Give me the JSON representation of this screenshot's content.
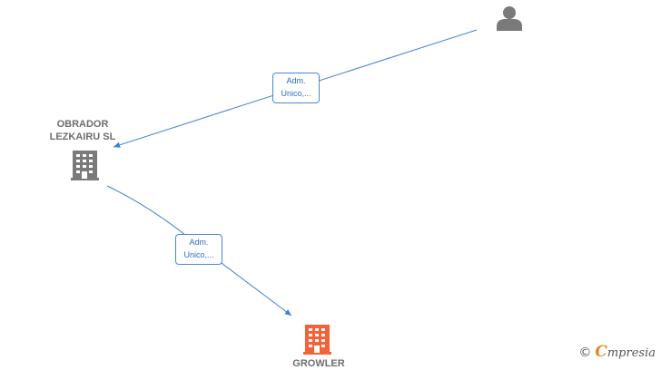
{
  "nodes": {
    "company_1": {
      "line1": "OBRADOR",
      "line2": "LEZKAIRU  SL",
      "color": "#7a7a7a"
    },
    "company_2": {
      "line1": "GROWLER",
      "color": "#f4623a"
    },
    "person": {
      "icon": "person-icon",
      "color": "#7a7a7a"
    }
  },
  "edges": [
    {
      "line1": "Adm.",
      "line2": "Unico,..."
    },
    {
      "line1": "Adm.",
      "line2": "Unico,..."
    }
  ],
  "colors": {
    "edge": "#3d7ed6"
  },
  "watermark": {
    "copyright": "©",
    "brand_first": "C",
    "brand_rest": "mpresia"
  }
}
